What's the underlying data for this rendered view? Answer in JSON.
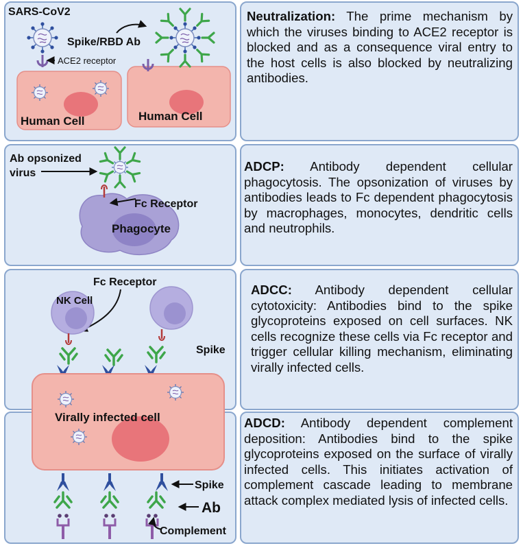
{
  "left_panels": {
    "neutralization": {
      "virus_label": "SARS-CoV2",
      "antibody_label": "Spike/RBD Ab",
      "receptor_label": "ACE2 receptor",
      "cell_left_label": "Human Cell",
      "cell_right_label": "Human Cell"
    },
    "adcp": {
      "virus_label_line1": "Ab opsonized",
      "virus_label_line2": "virus",
      "receptor_label": "Fc Receptor",
      "cell_label": "Phagocyte"
    },
    "adcc": {
      "receptor_label": "Fc Receptor",
      "nk_label": "NK Cell",
      "spike_label": "Spike",
      "infected_cell_label": "Virally infected cell"
    },
    "adcd": {
      "spike_label": "Spike",
      "ab_label": "Ab",
      "complement_label": "Complement"
    }
  },
  "right_panels": [
    {
      "title": "Neutralization:",
      "body": " The prime mechanism by which the viruses binding to ACE2 receptor is blocked and as a consequence viral entry to the host cells is also blocked by neutralizing antibodies."
    },
    {
      "title": "ADCP:",
      "body": " Antibody dependent cellular phagocytosis. The opsonization of viruses by antibodies leads to Fc dependent phagocytosis by macrophages, monocytes, dendritic cells and neutrophils."
    },
    {
      "title": "ADCC:",
      "body": " Antibody dependent cellular cytotoxicity: Antibodies bind to the spike glycoproteins exposed on cell surfaces. NK cells recognize these cells via Fc receptor and trigger cellular killing mechanism, eliminating virally infected cells."
    },
    {
      "title": "ADCD:",
      "body": " Antibody dependent complement deposition: Antibodies bind to the spike glycoproteins exposed on the surface of virally infected cells. This initiates activation of complement cascade leading to membrane attack complex mediated lysis of infected cells."
    }
  ],
  "colors": {
    "panel_fill": "#dfe9f6",
    "panel_border": "#8aa6cd",
    "human_cell": "#f3b5ad",
    "nucleus": "#e8757a",
    "phagocyte": "#a9a1d6",
    "antibody": "#3ea64a",
    "spike": "#2f4f9e",
    "complement": "#8e5ca8"
  }
}
